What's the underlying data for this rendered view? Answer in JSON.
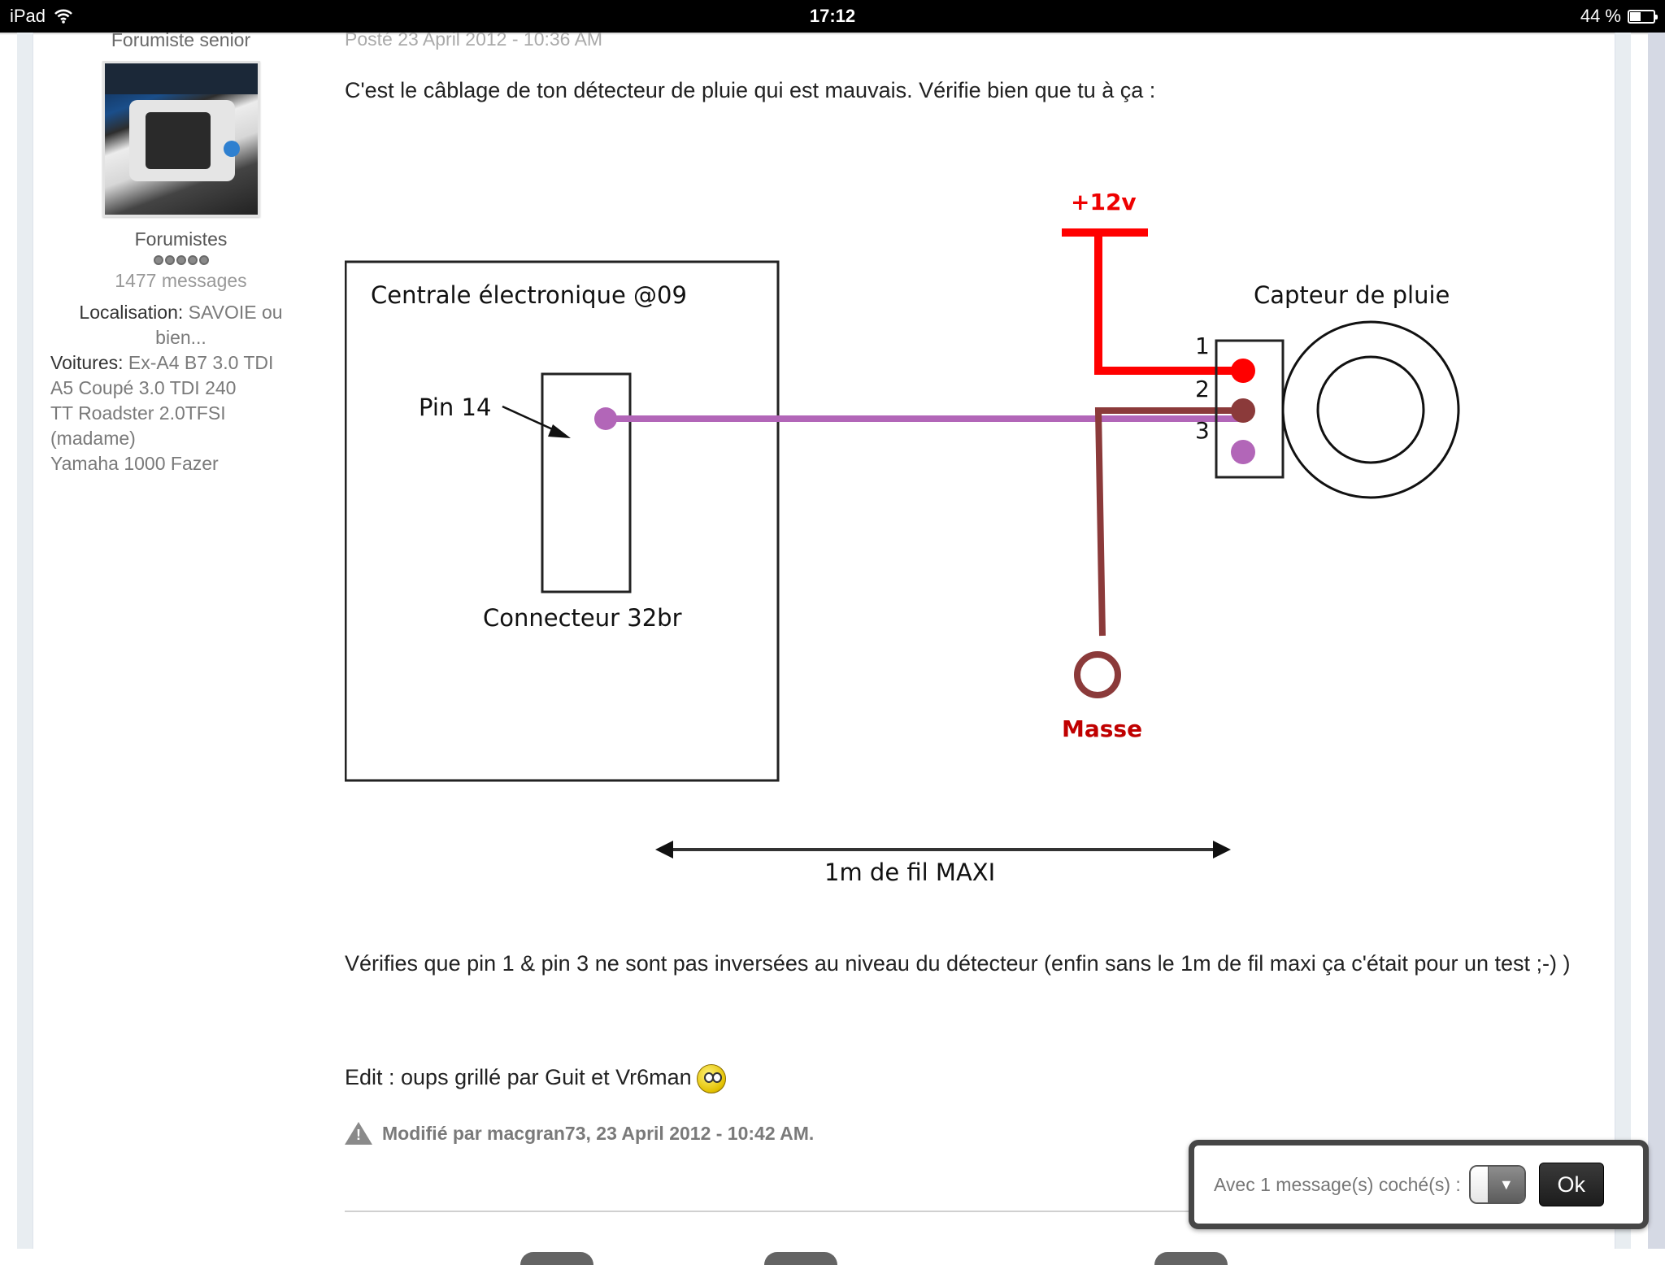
{
  "status_bar": {
    "device": "iPad",
    "time": "17:12",
    "battery_percent": "44 %",
    "wifi_icon": "wifi-icon",
    "battery_icon": "battery-icon"
  },
  "author": {
    "rank_title": "Forumiste senior",
    "avatar_alt": "engine-bay-photo",
    "group": "Forumistes",
    "rating_pips": 5,
    "message_count": "1477 messages",
    "location_label": "Localisation:",
    "location_value": "SAVOIE ou bien...",
    "cars_label": "Voitures:",
    "cars": [
      "Ex-A4 B7 3.0 TDI",
      "A5 Coupé 3.0 TDI 240",
      "TT Roadster 2.0TFSI",
      "(madame)",
      "Yamaha 1000 Fazer"
    ]
  },
  "post": {
    "posted_date": "Posté 23 April 2012 - 10:36 AM",
    "intro": "C'est le câblage de ton détecteur de pluie qui est mauvais. Vérifie bien que tu à ça :",
    "body": "Vérifies que pin 1 & pin 3 ne sont pas inversées au niveau du détecteur (enfin sans le 1m de fil maxi ça c'était pour un test ;-) )",
    "edit_note": "Edit : oups grillé par Guit et Vr6man",
    "smiley_icon": "confused-smiley-icon",
    "modified_by": "Modifié par macgran73, 23 April 2012 - 10:42 AM."
  },
  "diagram": {
    "ecu_label": "Centrale électronique @09",
    "pin_label": "Pin 14",
    "connector_label": "Connecteur 32br",
    "power_label": "+12v",
    "sensor_label": "Capteur de pluie",
    "pin_numbers": [
      "1",
      "2",
      "3"
    ],
    "ground_label": "Masse",
    "length_label": "1m de fil MAXI",
    "colors": {
      "power_wire": "#ff0000",
      "ground_wire": "#8b3a3a",
      "signal_wire": "#b266b8",
      "ground_label": "#c00000"
    }
  },
  "action_bar": {
    "label": "Avec 1 message(s) coché(s) :",
    "select_arrow": "▼",
    "ok_button": "Ok"
  }
}
